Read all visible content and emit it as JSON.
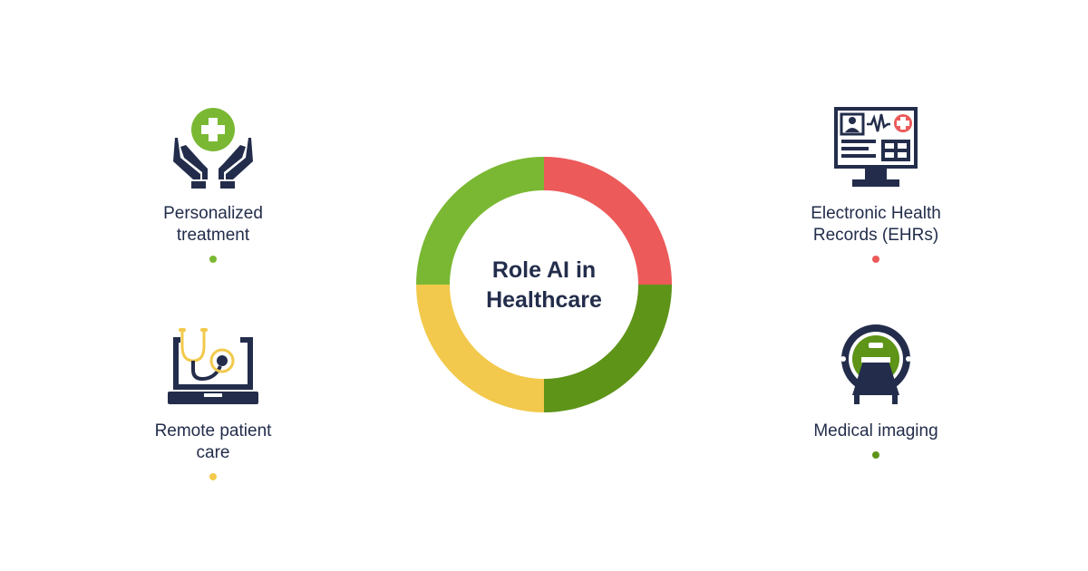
{
  "center": {
    "title_line1": "Role AI in",
    "title_line2": "Healthcare"
  },
  "colors": {
    "navy": "#232d4b",
    "light_green": "#7ab833",
    "dark_green": "#5e9418",
    "red": "#ec5a5a",
    "yellow": "#f2c94c"
  },
  "ring_segments": [
    {
      "color": "#ec5a5a",
      "fraction": 0.25
    },
    {
      "color": "#5e9418",
      "fraction": 0.25
    },
    {
      "color": "#f2c94c",
      "fraction": 0.25
    },
    {
      "color": "#7ab833",
      "fraction": 0.25
    }
  ],
  "items": {
    "personalized": {
      "line1": "Personalized",
      "line2": "treatment",
      "icon": "hands-medical-cross-icon",
      "dot_color": "#7ab833"
    },
    "ehr": {
      "line1": "Electronic Health",
      "line2": "Records (EHRs)",
      "icon": "ehr-monitor-icon",
      "dot_color": "#ec5a5a"
    },
    "remote": {
      "line1": "Remote patient",
      "line2": "care",
      "icon": "laptop-stethoscope-icon",
      "dot_color": "#f2c94c"
    },
    "imaging": {
      "line1": "Medical imaging",
      "line2": "",
      "icon": "mri-scanner-icon",
      "dot_color": "#5e9418"
    }
  }
}
